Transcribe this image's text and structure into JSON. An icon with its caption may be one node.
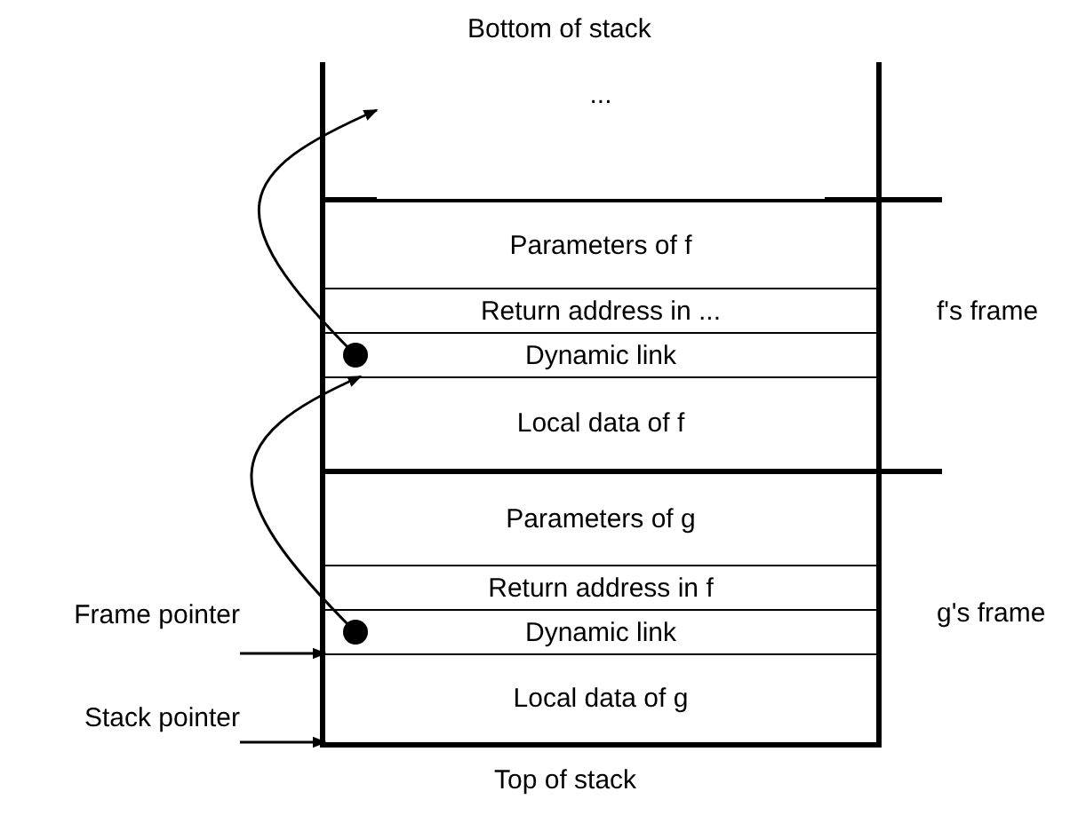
{
  "diagram": {
    "nodes": [
      {
        "text": [
          "..."
        ]
      },
      {
        "text": [
          "Parameters of f"
        ]
      },
      {
        "text": [
          "Return address in ..."
        ]
      },
      {
        "text": [
          "Dynamic link"
        ]
      },
      {
        "text": [
          "Local data of f"
        ]
      },
      {
        "text": [
          "Parameters of g"
        ]
      },
      {
        "text": [
          "Return address in f"
        ]
      },
      {
        "text": [
          "Dynamic link"
        ]
      },
      {
        "text": [
          "Local data of g"
        ]
      },
      {
        "text": [
          "Frame pointer"
        ]
      },
      {
        "text": [
          "Stack pointer"
        ]
      }
    ],
    "edges": [
      {
        "from": 3,
        "to": 0,
        "arrow": "to"
      },
      {
        "from": 7,
        "to": 3,
        "arrow": "to"
      },
      {
        "from": 9,
        "to": 8,
        "arrow": "to"
      },
      {
        "from": 10,
        "to": 8,
        "arrow": "to"
      }
    ],
    "labels": [
      "Bottom of stack",
      "f's frame",
      "g's frame",
      "Top of stack"
    ]
  }
}
